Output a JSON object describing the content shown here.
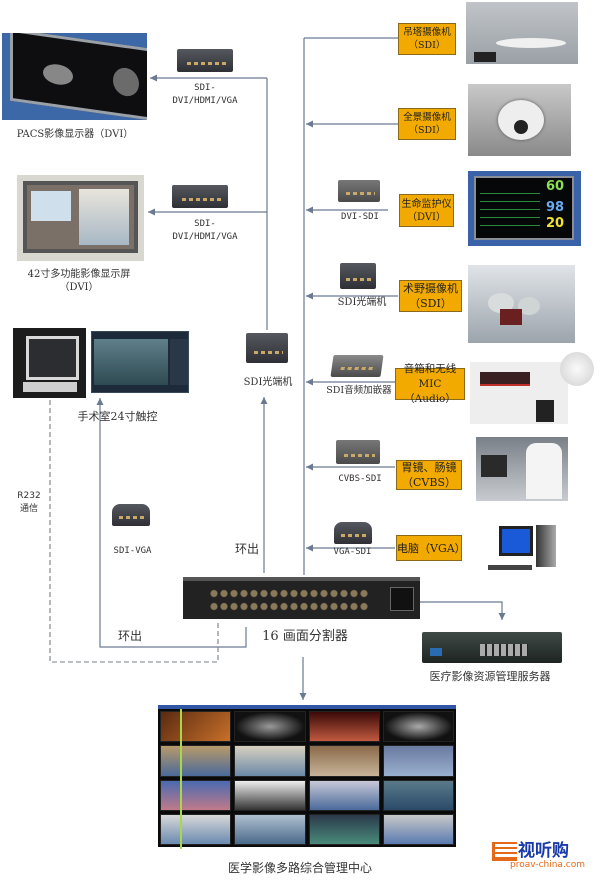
{
  "diagram": {
    "title": "医学影像多路综合管理中心 system topology",
    "colors": {
      "source_box": "#F2AA00",
      "line": "#6B7A90",
      "background": "#FFFFFF"
    },
    "outputs": {
      "pacs": {
        "converter": [
          "SDI-",
          "DVI/HDMI/VGA"
        ],
        "display": "PACS影像显示器（DVI）"
      },
      "screen42": {
        "converter": [
          "SDI-",
          "DVI/HDMI/VGA"
        ],
        "display": [
          "42寸多功能影像显示屏",
          "（DVI）"
        ]
      },
      "touch": {
        "display": "手术室24寸触控"
      },
      "optical_receiver": "SDI光端机",
      "rs232": [
        "R232",
        "通信"
      ],
      "sdi_vga": "SDI-VGA"
    },
    "sources": [
      {
        "name": "吊塔摄像机",
        "signal": "（SDI）",
        "converter": ""
      },
      {
        "name": "全景摄像机",
        "signal": "（SDI）",
        "converter": ""
      },
      {
        "name": "生命监护仪",
        "signal": "（DVI）",
        "converter": "DVI-SDI"
      },
      {
        "name": "术野摄像机",
        "signal": "（SDI）",
        "converter": "SDI光端机"
      },
      {
        "name": "音箱和无线",
        "signal": "MIC（Audio）",
        "converter": "SDI音频加嵌器"
      },
      {
        "name": "胃镜、肠镜",
        "signal": "（CVBS）",
        "converter": "CVBS-SDI"
      },
      {
        "name": "电脑（VGA）",
        "signal": "",
        "converter": "VGA-SDI"
      }
    ],
    "monitor_readings": [
      "60",
      "98",
      "20"
    ],
    "loop_out_1": "环出",
    "loop_out_2": "环出",
    "splitter": "16  画面分割器",
    "server": "医疗影像资源管理服务器",
    "center": "医学影像多路综合管理中心",
    "watermark": {
      "brand": "视听购",
      "url": "proav-china.com"
    }
  }
}
